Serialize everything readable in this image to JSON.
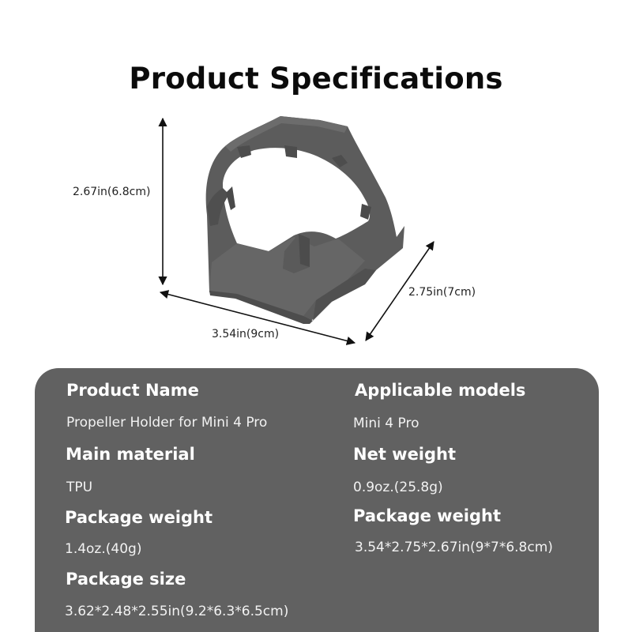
{
  "title": "Product Specifications",
  "dimensions": {
    "height": "2.67in(6.8cm)",
    "width": "3.54in(9cm)",
    "depth": "2.75in(7cm)"
  },
  "colors": {
    "panel": "#616161",
    "product": "#5a5a5a"
  },
  "specs": {
    "product_name": {
      "label": "Product Name",
      "value": "Propeller Holder for Mini 4 Pro"
    },
    "applicable_models": {
      "label": "Applicable models",
      "value": "Mini 4 Pro"
    },
    "main_material": {
      "label": "Main material",
      "value": "TPU"
    },
    "net_weight": {
      "label": "Net weight",
      "value": "0.9oz.(25.8g)"
    },
    "package_weight": {
      "label": "Package weight",
      "value": "1.4oz.(40g)"
    },
    "package_weight_right": {
      "label": "Package weight",
      "value": "3.54*2.75*2.67in(9*7*6.8cm)"
    },
    "package_size": {
      "label": "Package size",
      "value": "3.62*2.48*2.55in(9.2*6.3*6.5cm)"
    }
  }
}
